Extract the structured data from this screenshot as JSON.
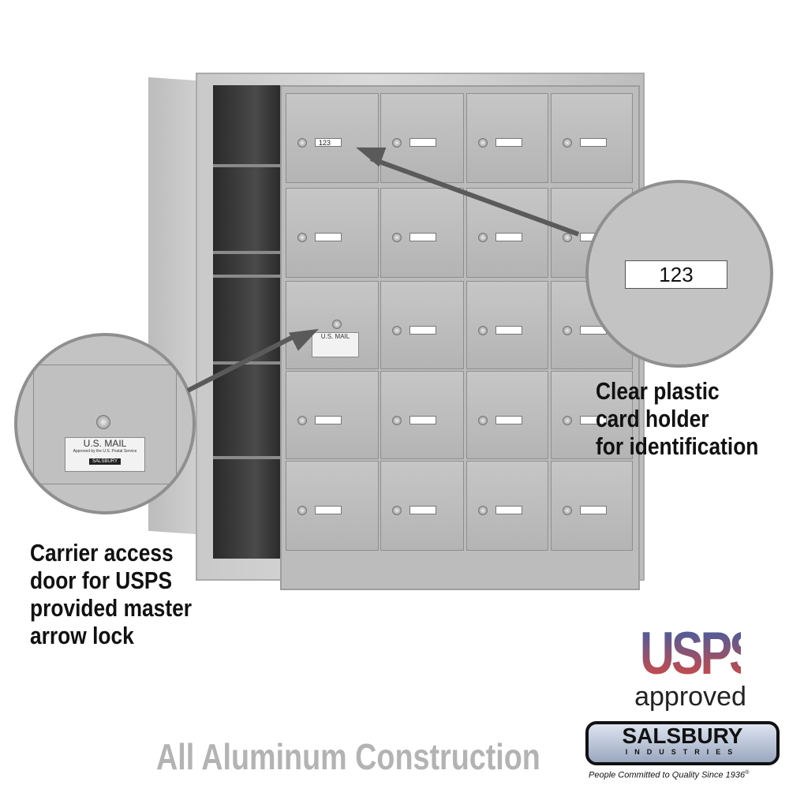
{
  "product": {
    "sample_card_number": "123",
    "carrier_plate": {
      "title": "U.S. MAIL",
      "subtitle": "Approved by the U.S. Postal Service",
      "brand": "SALSBURY"
    },
    "grid": {
      "columns": 4,
      "rows": 5
    }
  },
  "callouts": {
    "card_holder": {
      "zoom_text": "123",
      "caption_lines": [
        "Clear plastic",
        "card holder",
        "for identification"
      ]
    },
    "carrier_door": {
      "caption_lines": [
        "Carrier access",
        "door for USPS",
        "provided master",
        "arrow lock"
      ]
    }
  },
  "footer": {
    "material_text": "All Aluminum Construction"
  },
  "usps_badge": {
    "logo_text": "USPS",
    "sub_text": "approved",
    "colors": {
      "top": "#3a5fa8",
      "bottom": "#e0473a"
    }
  },
  "brand_logo": {
    "name": "SALSBURY",
    "sub": "INDUSTRIES",
    "tagline": "People Committed to Quality Since 1936",
    "registered_mark": "®"
  }
}
